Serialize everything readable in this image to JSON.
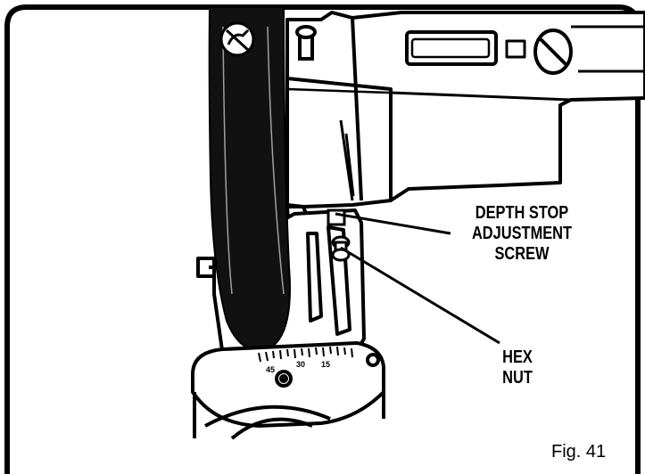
{
  "callouts": {
    "depth_stop": [
      "DEPTH STOP",
      "ADJUSTMENT",
      "SCREW"
    ],
    "hex_nut": [
      "HEX",
      "NUT"
    ]
  },
  "figure_label": "Fig. 41",
  "bevel_scale_labels": [
    "45",
    "30",
    "15"
  ],
  "icon": "no-hands-warning-icon"
}
